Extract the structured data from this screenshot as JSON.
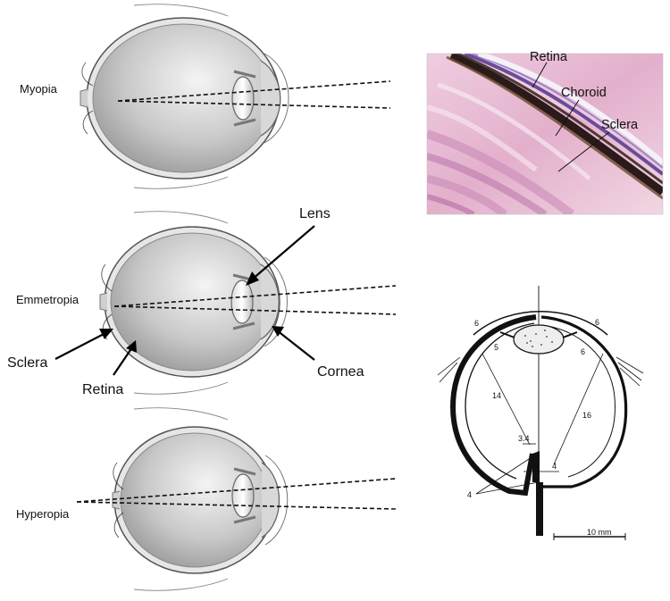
{
  "eyes": {
    "myopia": {
      "label": "Myopia"
    },
    "emmetropia": {
      "label": "Emmetropia"
    },
    "hyperopia": {
      "label": "Hyperopia"
    }
  },
  "anatomy_labels": {
    "lens": "Lens",
    "sclera": "Sclera",
    "retina": "Retina",
    "cornea": "Cornea"
  },
  "histology": {
    "retina": "Retina",
    "choroid": "Choroid",
    "sclera": "Sclera",
    "colors": {
      "tissue": "#e7b6cf",
      "fiber": "#b66aa8",
      "pigment": "#2a1a1a",
      "retina_band": "#6a4c9a"
    }
  },
  "cross_section": {
    "numbers": {
      "n6_left": "6",
      "n6_right": "6",
      "n5": "5",
      "n6_inner": "6",
      "n14": "14",
      "n16": "16",
      "n34": "3.4",
      "n4_fovea": "4",
      "n4_bottom": "4"
    },
    "scale": "10 mm"
  }
}
